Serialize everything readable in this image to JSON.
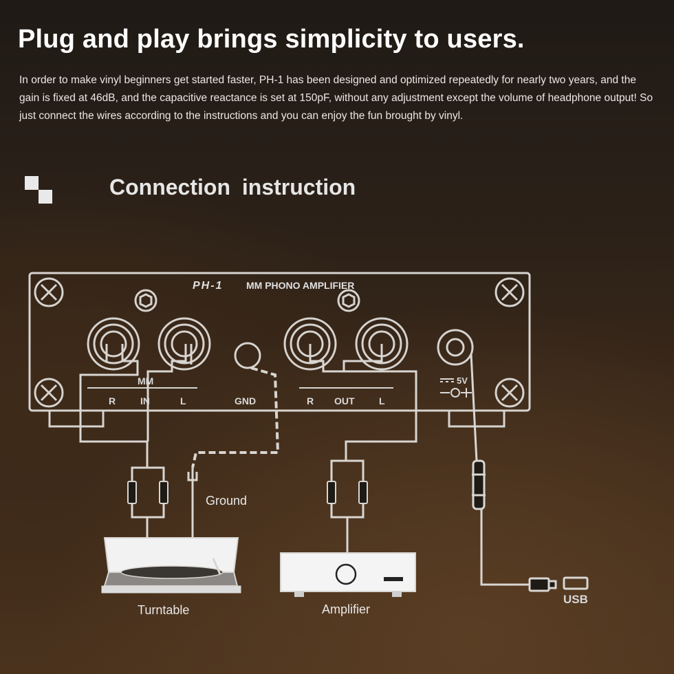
{
  "headline": "Plug and play brings simplicity to users.",
  "intro": "In order to make vinyl beginners get started faster, PH-1 has been designed and optimized repeatedly for nearly two years, and the gain is fixed at 46dB, and the capacitive reactance is set at 150pF, without any adjustment except the volume of headphone output! So just connect the wires according to the instructions and you can enjoy the fun brought by vinyl.",
  "section_title": "Connection  instruction",
  "device": {
    "model": "PH-1",
    "name": "MM PHONO AMPLIFIER",
    "input_group": "MM",
    "input_r": "R",
    "input_label": "IN",
    "input_l": "L",
    "gnd_label": "GND",
    "output_r": "R",
    "output_label": "OUT",
    "output_l": "L",
    "power_label": "5V"
  },
  "labels": {
    "ground": "Ground",
    "turntable": "Turntable",
    "amplifier": "Amplifier",
    "usb": "USB"
  },
  "colors": {
    "line": "#d9d6d2",
    "panel_stroke": "#cfcfcf"
  }
}
